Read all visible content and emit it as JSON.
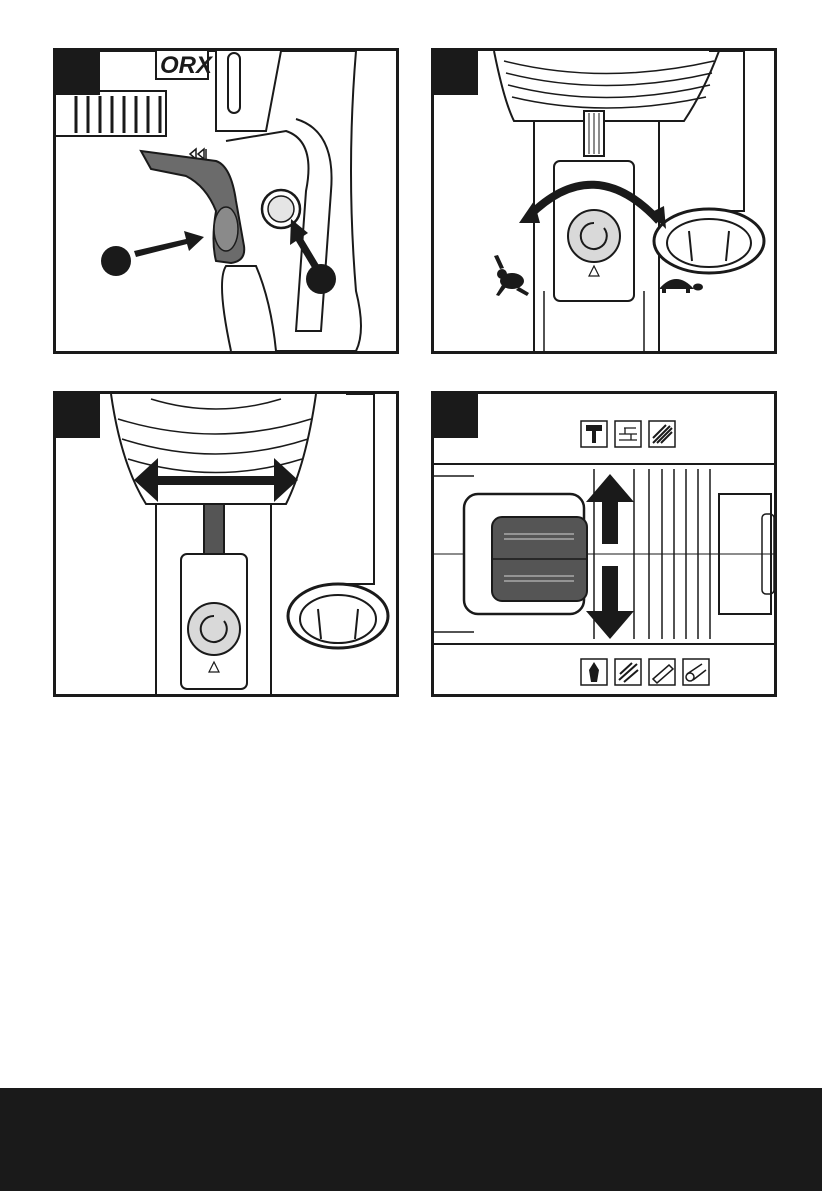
{
  "figures": [
    {
      "id": "fig1",
      "logo": "ORX"
    },
    {
      "id": "fig2"
    },
    {
      "id": "fig3"
    },
    {
      "id": "fig4"
    }
  ],
  "icons": {
    "fig1": [
      "lock-icon",
      "trigger",
      "lock-button"
    ],
    "fig2": [
      "rabbit-icon",
      "turtle-icon",
      "speed-dial"
    ],
    "fig3": [
      "double-arrow-icon"
    ],
    "fig4": [
      "hammer-icon",
      "brick-icon",
      "concrete-icon",
      "drill-bit-icon",
      "wood-icon",
      "metal-icon",
      "pipe-icon"
    ]
  },
  "colors": {
    "ink": "#1a1a1a",
    "trigger": "#6b6b6b",
    "slider": "#555555",
    "paper": "#ffffff"
  }
}
